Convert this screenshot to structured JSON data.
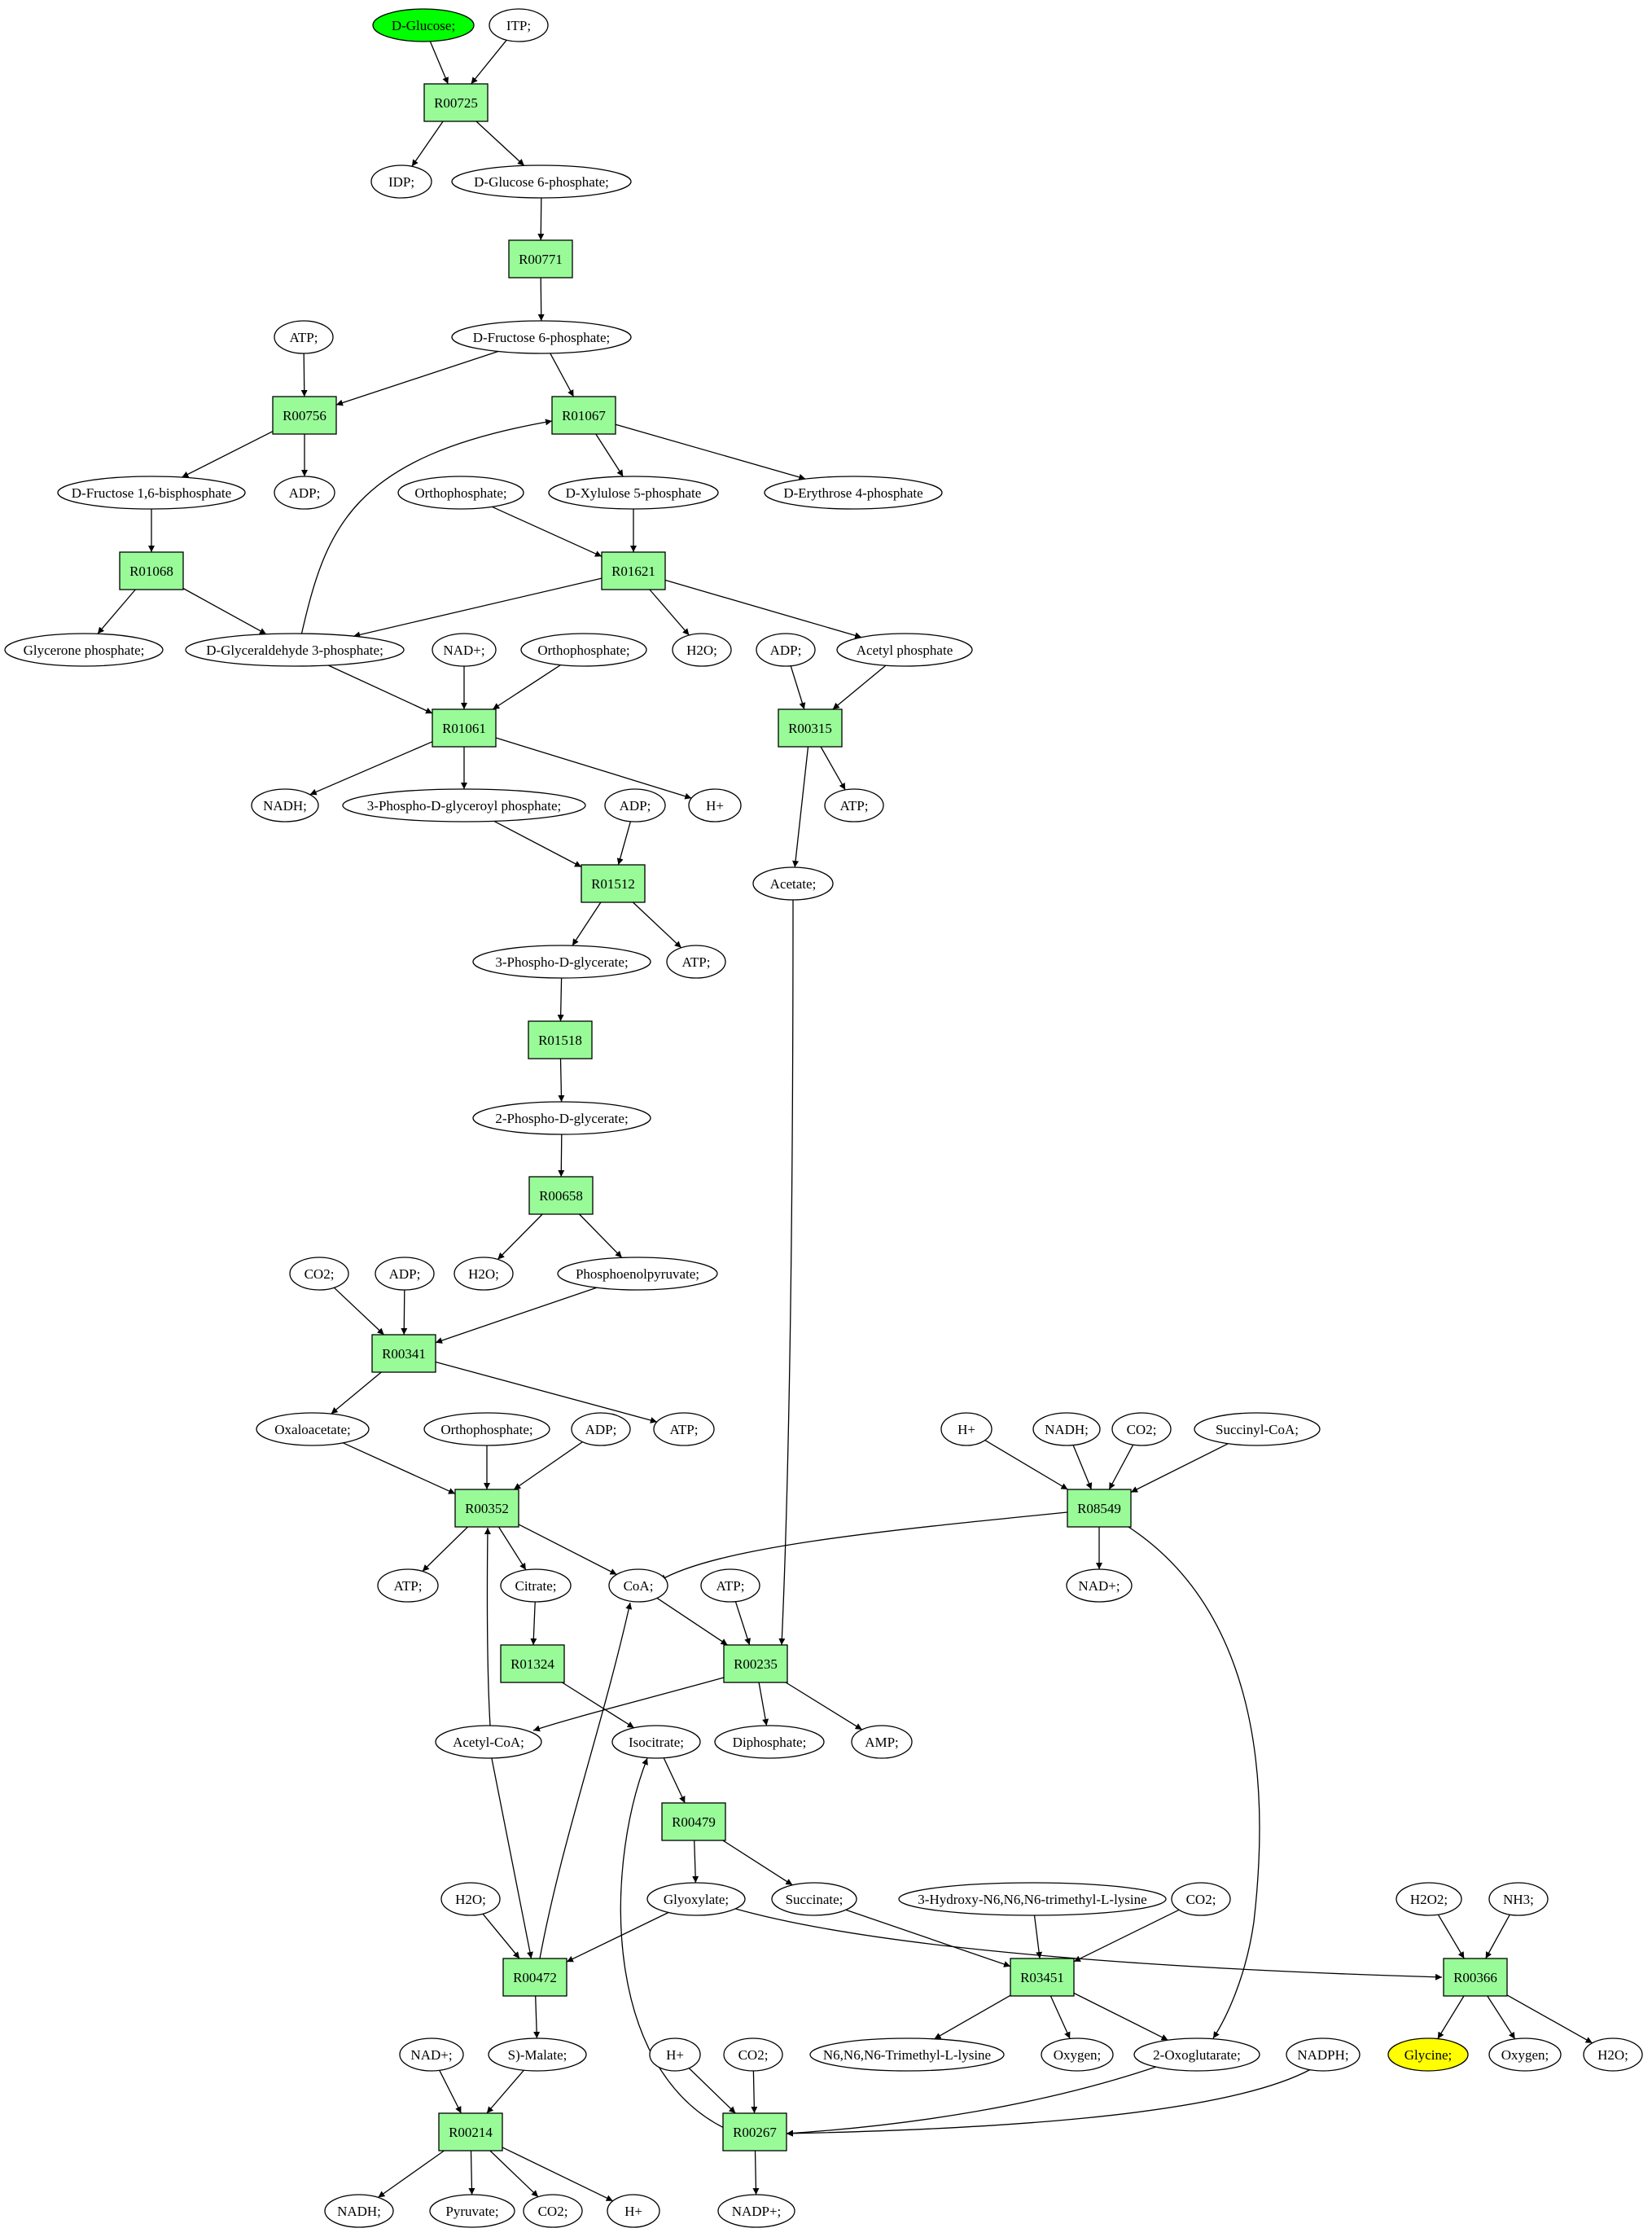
{
  "colors": {
    "reaction_fill": "#98fb98",
    "metabolite_fill": "#ffffff",
    "start_fill": "#00ff00",
    "target_fill": "#ffff00",
    "stroke": "#000000"
  },
  "nodes": [
    {
      "id": "glc",
      "kind": "metabolite",
      "label": "D-Glucose;",
      "role": "start"
    },
    {
      "id": "itp",
      "kind": "metabolite",
      "label": "ITP;"
    },
    {
      "id": "R00725",
      "kind": "reaction",
      "label": "R00725"
    },
    {
      "id": "idp",
      "kind": "metabolite",
      "label": "IDP;"
    },
    {
      "id": "g6p",
      "kind": "metabolite",
      "label": "D-Glucose 6-phosphate;"
    },
    {
      "id": "R00771",
      "kind": "reaction",
      "label": "R00771"
    },
    {
      "id": "atp1",
      "kind": "metabolite",
      "label": "ATP;"
    },
    {
      "id": "f6p",
      "kind": "metabolite",
      "label": "D-Fructose 6-phosphate;"
    },
    {
      "id": "R00756",
      "kind": "reaction",
      "label": "R00756"
    },
    {
      "id": "R01067",
      "kind": "reaction",
      "label": "R01067"
    },
    {
      "id": "fbp",
      "kind": "metabolite",
      "label": "D-Fructose 1,6-bisphosphate"
    },
    {
      "id": "adp1",
      "kind": "metabolite",
      "label": "ADP;"
    },
    {
      "id": "pi1",
      "kind": "metabolite",
      "label": "Orthophosphate;"
    },
    {
      "id": "xu5p",
      "kind": "metabolite",
      "label": "D-Xylulose 5-phosphate"
    },
    {
      "id": "e4p",
      "kind": "metabolite",
      "label": "D-Erythrose 4-phosphate"
    },
    {
      "id": "R01068",
      "kind": "reaction",
      "label": "R01068"
    },
    {
      "id": "R01621",
      "kind": "reaction",
      "label": "R01621"
    },
    {
      "id": "dhap",
      "kind": "metabolite",
      "label": "Glycerone phosphate;"
    },
    {
      "id": "gap",
      "kind": "metabolite",
      "label": "D-Glyceraldehyde 3-phosphate;"
    },
    {
      "id": "nad1",
      "kind": "metabolite",
      "label": "NAD+;"
    },
    {
      "id": "pi2",
      "kind": "metabolite",
      "label": "Orthophosphate;"
    },
    {
      "id": "h2o1",
      "kind": "metabolite",
      "label": "H2O;"
    },
    {
      "id": "adp2",
      "kind": "metabolite",
      "label": "ADP;"
    },
    {
      "id": "acp",
      "kind": "metabolite",
      "label": "Acetyl phosphate"
    },
    {
      "id": "R01061",
      "kind": "reaction",
      "label": "R01061"
    },
    {
      "id": "R00315",
      "kind": "reaction",
      "label": "R00315"
    },
    {
      "id": "nadh1",
      "kind": "metabolite",
      "label": "NADH;"
    },
    {
      "id": "bpg",
      "kind": "metabolite",
      "label": "3-Phospho-D-glyceroyl phosphate;"
    },
    {
      "id": "h1",
      "kind": "metabolite",
      "label": "H+"
    },
    {
      "id": "atp2",
      "kind": "metabolite",
      "label": "ATP;"
    },
    {
      "id": "adp3",
      "kind": "metabolite",
      "label": "ADP;"
    },
    {
      "id": "R01512",
      "kind": "reaction",
      "label": "R01512"
    },
    {
      "id": "acetate",
      "kind": "metabolite",
      "label": "Acetate;"
    },
    {
      "id": "pg3",
      "kind": "metabolite",
      "label": "3-Phospho-D-glycerate;"
    },
    {
      "id": "atp3",
      "kind": "metabolite",
      "label": "ATP;"
    },
    {
      "id": "R01518",
      "kind": "reaction",
      "label": "R01518"
    },
    {
      "id": "pg2",
      "kind": "metabolite",
      "label": "2-Phospho-D-glycerate;"
    },
    {
      "id": "R00658",
      "kind": "reaction",
      "label": "R00658"
    },
    {
      "id": "h2o2n",
      "kind": "metabolite",
      "label": "H2O;"
    },
    {
      "id": "pep",
      "kind": "metabolite",
      "label": "Phosphoenolpyruvate;"
    },
    {
      "id": "co2a",
      "kind": "metabolite",
      "label": "CO2;"
    },
    {
      "id": "adp4",
      "kind": "metabolite",
      "label": "ADP;"
    },
    {
      "id": "R00341",
      "kind": "reaction",
      "label": "R00341"
    },
    {
      "id": "oaa",
      "kind": "metabolite",
      "label": "Oxaloacetate;"
    },
    {
      "id": "pi3",
      "kind": "metabolite",
      "label": "Orthophosphate;"
    },
    {
      "id": "adp5",
      "kind": "metabolite",
      "label": "ADP;"
    },
    {
      "id": "atp4",
      "kind": "metabolite",
      "label": "ATP;"
    },
    {
      "id": "hb",
      "kind": "metabolite",
      "label": "H+"
    },
    {
      "id": "nadh2",
      "kind": "metabolite",
      "label": "NADH;"
    },
    {
      "id": "co2b",
      "kind": "metabolite",
      "label": "CO2;"
    },
    {
      "id": "succoa",
      "kind": "metabolite",
      "label": "Succinyl-CoA;"
    },
    {
      "id": "R00352",
      "kind": "reaction",
      "label": "R00352"
    },
    {
      "id": "R08549",
      "kind": "reaction",
      "label": "R08549"
    },
    {
      "id": "atp5",
      "kind": "metabolite",
      "label": "ATP;"
    },
    {
      "id": "citrate",
      "kind": "metabolite",
      "label": "Citrate;"
    },
    {
      "id": "coa",
      "kind": "metabolite",
      "label": "CoA;"
    },
    {
      "id": "atp6",
      "kind": "metabolite",
      "label": "ATP;"
    },
    {
      "id": "nad2",
      "kind": "metabolite",
      "label": "NAD+;"
    },
    {
      "id": "R01324",
      "kind": "reaction",
      "label": "R01324"
    },
    {
      "id": "R00235",
      "kind": "reaction",
      "label": "R00235"
    },
    {
      "id": "accoa",
      "kind": "metabolite",
      "label": "Acetyl-CoA;"
    },
    {
      "id": "isocit",
      "kind": "metabolite",
      "label": "Isocitrate;"
    },
    {
      "id": "ppi",
      "kind": "metabolite",
      "label": "Diphosphate;"
    },
    {
      "id": "amp",
      "kind": "metabolite",
      "label": "AMP;"
    },
    {
      "id": "R00479",
      "kind": "reaction",
      "label": "R00479"
    },
    {
      "id": "h2o3",
      "kind": "metabolite",
      "label": "H2O;"
    },
    {
      "id": "glyox",
      "kind": "metabolite",
      "label": "Glyoxylate;"
    },
    {
      "id": "succ",
      "kind": "metabolite",
      "label": "Succinate;"
    },
    {
      "id": "hmtl",
      "kind": "metabolite",
      "label": "3-Hydroxy-N6,N6,N6-trimethyl-L-lysine"
    },
    {
      "id": "co2c",
      "kind": "metabolite",
      "label": "CO2;"
    },
    {
      "id": "h2o2",
      "kind": "metabolite",
      "label": "H2O2;"
    },
    {
      "id": "nh3",
      "kind": "metabolite",
      "label": "NH3;"
    },
    {
      "id": "R00472",
      "kind": "reaction",
      "label": "R00472"
    },
    {
      "id": "R03451",
      "kind": "reaction",
      "label": "R03451"
    },
    {
      "id": "R00366",
      "kind": "reaction",
      "label": "R00366"
    },
    {
      "id": "nad3",
      "kind": "metabolite",
      "label": "NAD+;"
    },
    {
      "id": "malate",
      "kind": "metabolite",
      "label": "S)-Malate;"
    },
    {
      "id": "hc",
      "kind": "metabolite",
      "label": "H+"
    },
    {
      "id": "co2d",
      "kind": "metabolite",
      "label": "CO2;"
    },
    {
      "id": "tml",
      "kind": "metabolite",
      "label": "N6,N6,N6-Trimethyl-L-lysine"
    },
    {
      "id": "o2a",
      "kind": "metabolite",
      "label": "Oxygen;"
    },
    {
      "id": "akg",
      "kind": "metabolite",
      "label": "2-Oxoglutarate;"
    },
    {
      "id": "nadph",
      "kind": "metabolite",
      "label": "NADPH;"
    },
    {
      "id": "glycine",
      "kind": "metabolite",
      "label": "Glycine;",
      "role": "target"
    },
    {
      "id": "o2b",
      "kind": "metabolite",
      "label": "Oxygen;"
    },
    {
      "id": "h2o4",
      "kind": "metabolite",
      "label": "H2O;"
    },
    {
      "id": "R00214",
      "kind": "reaction",
      "label": "R00214"
    },
    {
      "id": "R00267",
      "kind": "reaction",
      "label": "R00267"
    },
    {
      "id": "nadh3",
      "kind": "metabolite",
      "label": "NADH;"
    },
    {
      "id": "pyr",
      "kind": "metabolite",
      "label": "Pyruvate;"
    },
    {
      "id": "co2e",
      "kind": "metabolite",
      "label": "CO2;"
    },
    {
      "id": "hd",
      "kind": "metabolite",
      "label": "H+"
    },
    {
      "id": "nadp",
      "kind": "metabolite",
      "label": "NADP+;"
    }
  ],
  "edges": [
    [
      "glc",
      "R00725"
    ],
    [
      "itp",
      "R00725"
    ],
    [
      "R00725",
      "idp"
    ],
    [
      "R00725",
      "g6p"
    ],
    [
      "g6p",
      "R00771"
    ],
    [
      "R00771",
      "f6p"
    ],
    [
      "atp1",
      "R00756"
    ],
    [
      "f6p",
      "R00756"
    ],
    [
      "f6p",
      "R01067"
    ],
    [
      "R00756",
      "fbp"
    ],
    [
      "R00756",
      "adp1"
    ],
    [
      "gap",
      "R01067"
    ],
    [
      "R01067",
      "xu5p"
    ],
    [
      "R01067",
      "e4p"
    ],
    [
      "fbp",
      "R01068"
    ],
    [
      "R01068",
      "dhap"
    ],
    [
      "R01068",
      "gap"
    ],
    [
      "pi1",
      "R01621"
    ],
    [
      "xu5p",
      "R01621"
    ],
    [
      "R01621",
      "gap"
    ],
    [
      "R01621",
      "h2o1"
    ],
    [
      "R01621",
      "acp"
    ],
    [
      "gap",
      "R01061"
    ],
    [
      "nad1",
      "R01061"
    ],
    [
      "pi2",
      "R01061"
    ],
    [
      "R01061",
      "nadh1"
    ],
    [
      "R01061",
      "bpg"
    ],
    [
      "R01061",
      "h1"
    ],
    [
      "adp2",
      "R00315"
    ],
    [
      "acp",
      "R00315"
    ],
    [
      "R00315",
      "atp2"
    ],
    [
      "R00315",
      "acetate"
    ],
    [
      "bpg",
      "R01512"
    ],
    [
      "adp3",
      "R01512"
    ],
    [
      "R01512",
      "pg3"
    ],
    [
      "R01512",
      "atp3"
    ],
    [
      "pg3",
      "R01518"
    ],
    [
      "R01518",
      "pg2"
    ],
    [
      "pg2",
      "R00658"
    ],
    [
      "R00658",
      "h2o2n"
    ],
    [
      "R00658",
      "pep"
    ],
    [
      "co2a",
      "R00341"
    ],
    [
      "adp4",
      "R00341"
    ],
    [
      "pep",
      "R00341"
    ],
    [
      "R00341",
      "oaa"
    ],
    [
      "R00341",
      "atp4"
    ],
    [
      "oaa",
      "R00352"
    ],
    [
      "pi3",
      "R00352"
    ],
    [
      "adp5",
      "R00352"
    ],
    [
      "accoa",
      "R00352"
    ],
    [
      "R00352",
      "atp5"
    ],
    [
      "R00352",
      "citrate"
    ],
    [
      "R00352",
      "coa"
    ],
    [
      "hb",
      "R08549"
    ],
    [
      "nadh2",
      "R08549"
    ],
    [
      "co2b",
      "R08549"
    ],
    [
      "succoa",
      "R08549"
    ],
    [
      "R08549",
      "nad2"
    ],
    [
      "R08549",
      "coa"
    ],
    [
      "R08549",
      "akg"
    ],
    [
      "citrate",
      "R01324"
    ],
    [
      "R01324",
      "isocit"
    ],
    [
      "coa",
      "R00235"
    ],
    [
      "atp6",
      "R00235"
    ],
    [
      "acetate",
      "R00235"
    ],
    [
      "R00235",
      "accoa"
    ],
    [
      "R00235",
      "ppi"
    ],
    [
      "R00235",
      "amp"
    ],
    [
      "isocit",
      "R00479"
    ],
    [
      "R00479",
      "glyox"
    ],
    [
      "R00479",
      "succ"
    ],
    [
      "h2o3",
      "R00472"
    ],
    [
      "glyox",
      "R00472"
    ],
    [
      "accoa",
      "R00472"
    ],
    [
      "R00472",
      "coa"
    ],
    [
      "R00472",
      "malate"
    ],
    [
      "succ",
      "R03451"
    ],
    [
      "hmtl",
      "R03451"
    ],
    [
      "co2c",
      "R03451"
    ],
    [
      "R03451",
      "tml"
    ],
    [
      "R03451",
      "o2a"
    ],
    [
      "R03451",
      "akg"
    ],
    [
      "glyox",
      "R00366"
    ],
    [
      "h2o2",
      "R00366"
    ],
    [
      "nh3",
      "R00366"
    ],
    [
      "R00366",
      "glycine"
    ],
    [
      "R00366",
      "o2b"
    ],
    [
      "R00366",
      "h2o4"
    ],
    [
      "nad3",
      "R00214"
    ],
    [
      "malate",
      "R00214"
    ],
    [
      "R00214",
      "nadh3"
    ],
    [
      "R00214",
      "pyr"
    ],
    [
      "R00214",
      "co2e"
    ],
    [
      "R00214",
      "hd"
    ],
    [
      "hc",
      "R00267"
    ],
    [
      "co2d",
      "R00267"
    ],
    [
      "akg",
      "R00267"
    ],
    [
      "nadph",
      "R00267"
    ],
    [
      "R00267",
      "nadp"
    ],
    [
      "R00267",
      "isocit"
    ]
  ]
}
